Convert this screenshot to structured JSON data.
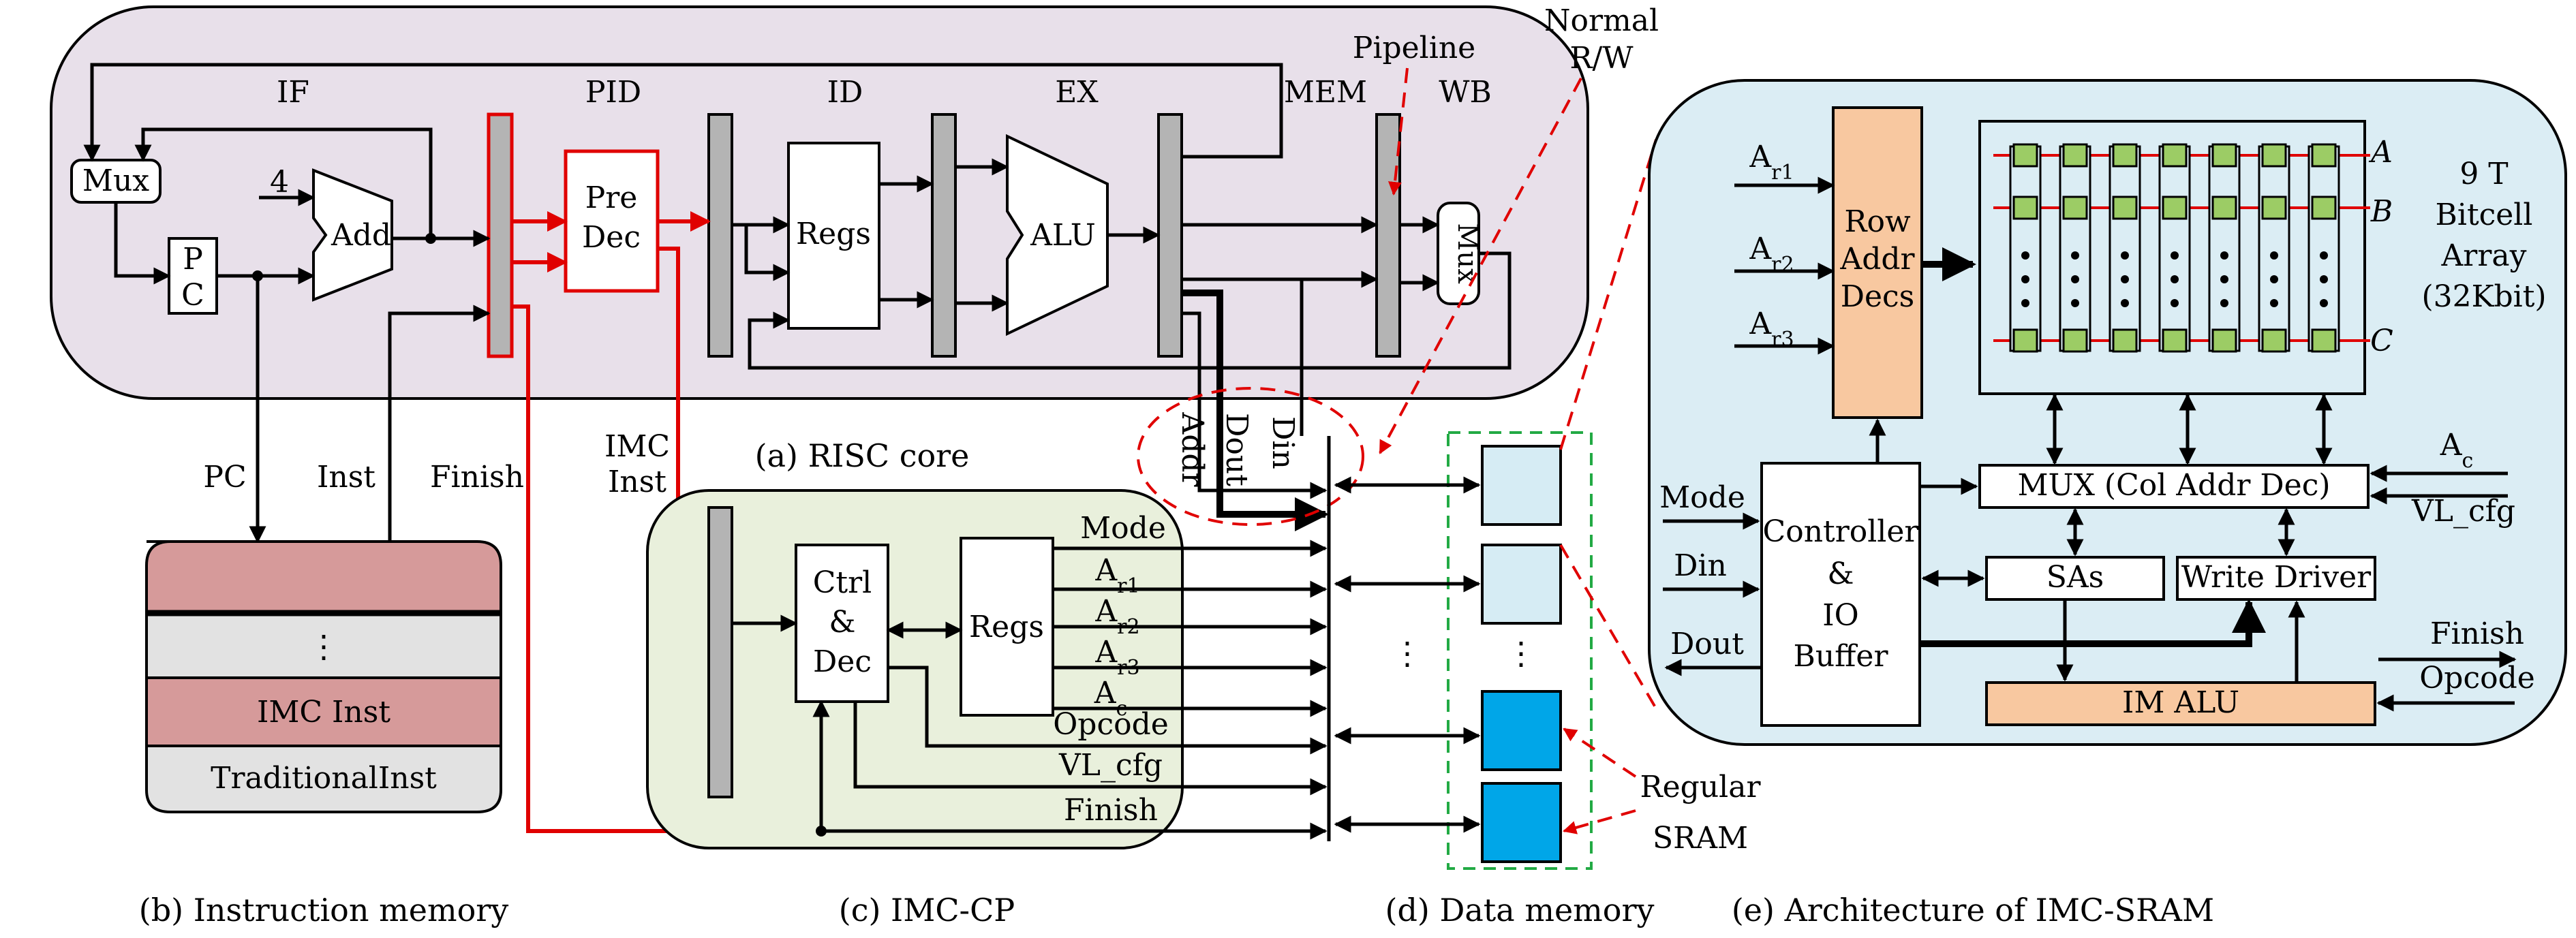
{
  "colors": {
    "risc_bg": "#e8e0ea",
    "cp_bg": "#e9f0dc",
    "imc_bg": "#dbedf4",
    "row_decs": "#f8c8a0",
    "im_alu": "#f8c8a0",
    "inst_mem_imc": "#d69a9a",
    "inst_mem_trad": "#e2e2e2",
    "regular_sram": "#00a6e8",
    "imc_sram_cell": "#d6ecf4",
    "bitcell": "#9ccc65",
    "red": "#e00000",
    "green_dash": "#22aa44"
  },
  "risc": {
    "stages": {
      "if": "IF",
      "pid": "PID",
      "id": "ID",
      "ex": "EX",
      "mem": "MEM",
      "wb": "WB"
    },
    "mux": "Mux",
    "four": "4",
    "add": "Add",
    "pc_p": "P",
    "pc_c": "C",
    "pre": "Pre",
    "dec": "Dec",
    "regs": "Regs",
    "alu": "ALU",
    "wb_mux": "Mux",
    "pipeline": "Pipeline",
    "normal_1": "Normal",
    "normal_2": "R/W",
    "caption": "(a) RISC core"
  },
  "signals": {
    "pc": "PC",
    "inst": "Inst",
    "finish": "Finish",
    "imc_inst_1": "IMC",
    "imc_inst_2": "Inst",
    "addr": "Addr",
    "dout": "Dout",
    "din": "Din"
  },
  "inst_mem": {
    "dots": "⋮",
    "imc": "IMC Inst",
    "trad": "TraditionalInst",
    "caption": "(b) Instruction memory"
  },
  "cp": {
    "ctrl": "Ctrl",
    "amp": "&",
    "dec": "Dec",
    "regs": "Regs",
    "outputs": [
      "Mode",
      "A_r1",
      "A_r2",
      "A_r3",
      "A_c",
      "Opcode",
      "VL_cfg",
      "Finish"
    ],
    "caption": "(c) IMC-CP"
  },
  "dmem": {
    "dots": "⋮",
    "regular_1": "Regular",
    "regular_2": "SRAM",
    "caption": "(d) Data memory"
  },
  "imc": {
    "ar1": "A",
    "ar1_sub": "r1",
    "ar2": "A",
    "ar2_sub": "r2",
    "ar3": "A",
    "ar3_sub": "r3",
    "row_1": "Row",
    "row_2": "Addr",
    "row_3": "Decs",
    "bitcell_1": "9 T",
    "bitcell_2": "Bitcell",
    "bitcell_3": "Array",
    "bitcell_4": "(32Kbit)",
    "row_a": "A",
    "row_b": "B",
    "row_c": "C",
    "mux": "MUX (Col Addr Dec)",
    "ac": "A",
    "ac_sub": "c",
    "vl_cfg": "VL_cfg",
    "mode": "Mode",
    "din": "Din",
    "dout": "Dout",
    "controller_1": "Controller",
    "controller_2": "&",
    "controller_3": "IO",
    "controller_4": "Buffer",
    "sas": "SAs",
    "write_driver": "Write Driver",
    "finish": "Finish",
    "opcode": "Opcode",
    "im_alu": "IM ALU",
    "caption": "(e) Architecture of IMC-SRAM"
  }
}
